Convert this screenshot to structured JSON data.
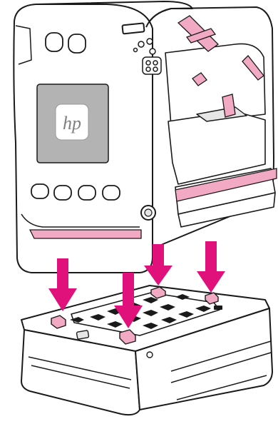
{
  "figure": {
    "logo_text": "hp",
    "colors": {
      "outline": "#1a1a1a",
      "body": "#ffffff",
      "shade": "#e6e6e6",
      "dark_panel": "#b3b3b3",
      "tape": "#f2a9c4",
      "arrow": "#e0117a"
    },
    "parts": [
      "printer",
      "optional-tray-unit",
      "shipping-tape",
      "alignment-pin",
      "down-arrow"
    ],
    "arrow_count": 4,
    "alignment_pin_count": 4
  }
}
